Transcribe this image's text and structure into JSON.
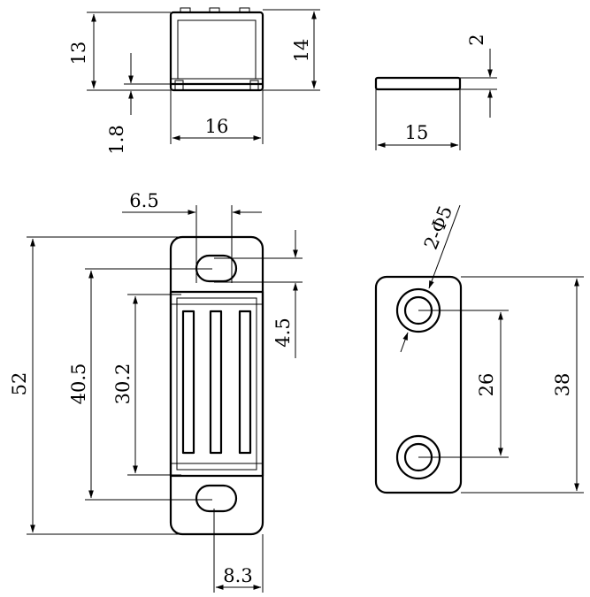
{
  "colors": {
    "line": "#000000",
    "background": "#ffffff"
  },
  "views": {
    "top_view": {
      "height": "13",
      "total_height": "14",
      "base_thickness": "1.8",
      "width": "16"
    },
    "side_plate": {
      "thickness": "2",
      "width": "15"
    },
    "front_view": {
      "hole_offset": "6.5",
      "hole_spacing": "40.5",
      "magnet_length": "30.2",
      "slot_height": "4.5",
      "total_length": "52",
      "width": "8.3"
    },
    "plate_front": {
      "hole_callout": "2-Φ5",
      "hole_spacing": "26",
      "total_length": "38"
    }
  }
}
